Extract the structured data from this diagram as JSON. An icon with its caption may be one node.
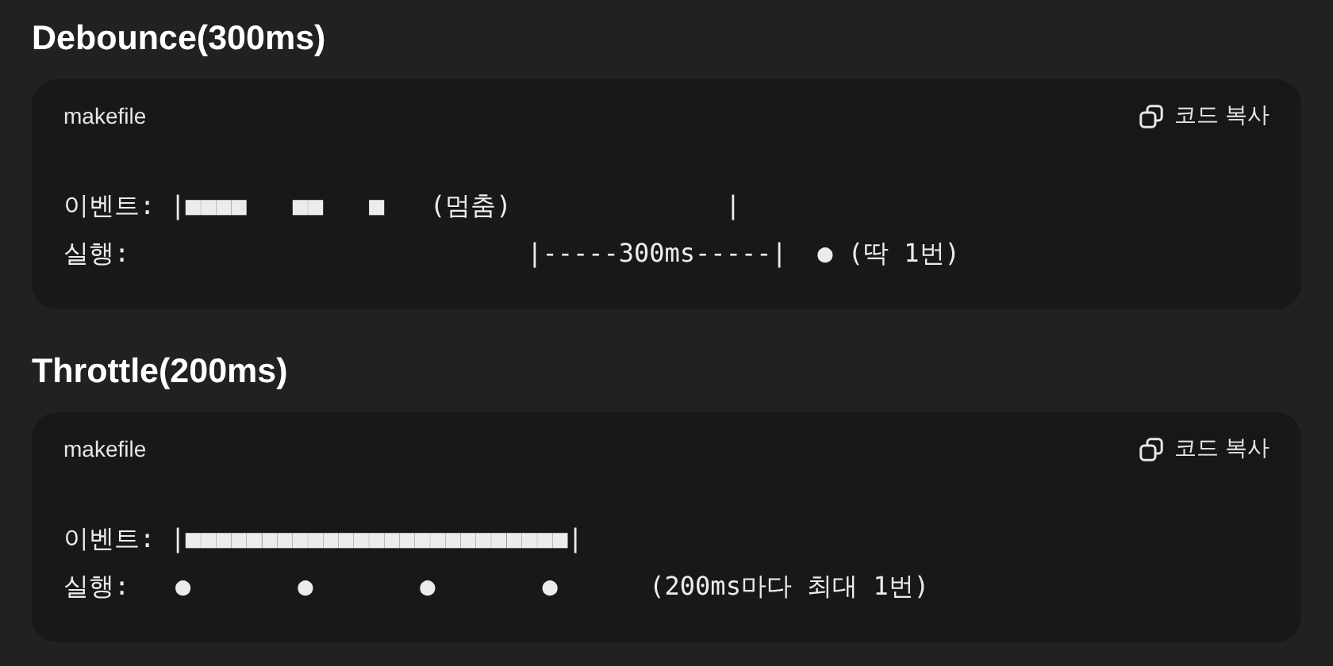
{
  "diagram": {
    "nodes": [
      {
        "text": [
          "makefile",
          "코드 복사",
          "이벤트: |■■■■   ■■   ■   (멈춤)              |",
          "실행:                          |-----300ms-----|  ● (딱 1번)"
        ],
        "beside": [
          "Debounce(300ms)"
        ]
      },
      {
        "text": [
          "makefile",
          "코드 복사",
          "이벤트: |■■■■■■■■■■■■■■■■■■■■■■■■■|",
          "실행:   ●       ●       ●       ●      (200ms마다 최대 1번)"
        ],
        "beside": [
          "Throttle(200ms)"
        ]
      }
    ]
  }
}
